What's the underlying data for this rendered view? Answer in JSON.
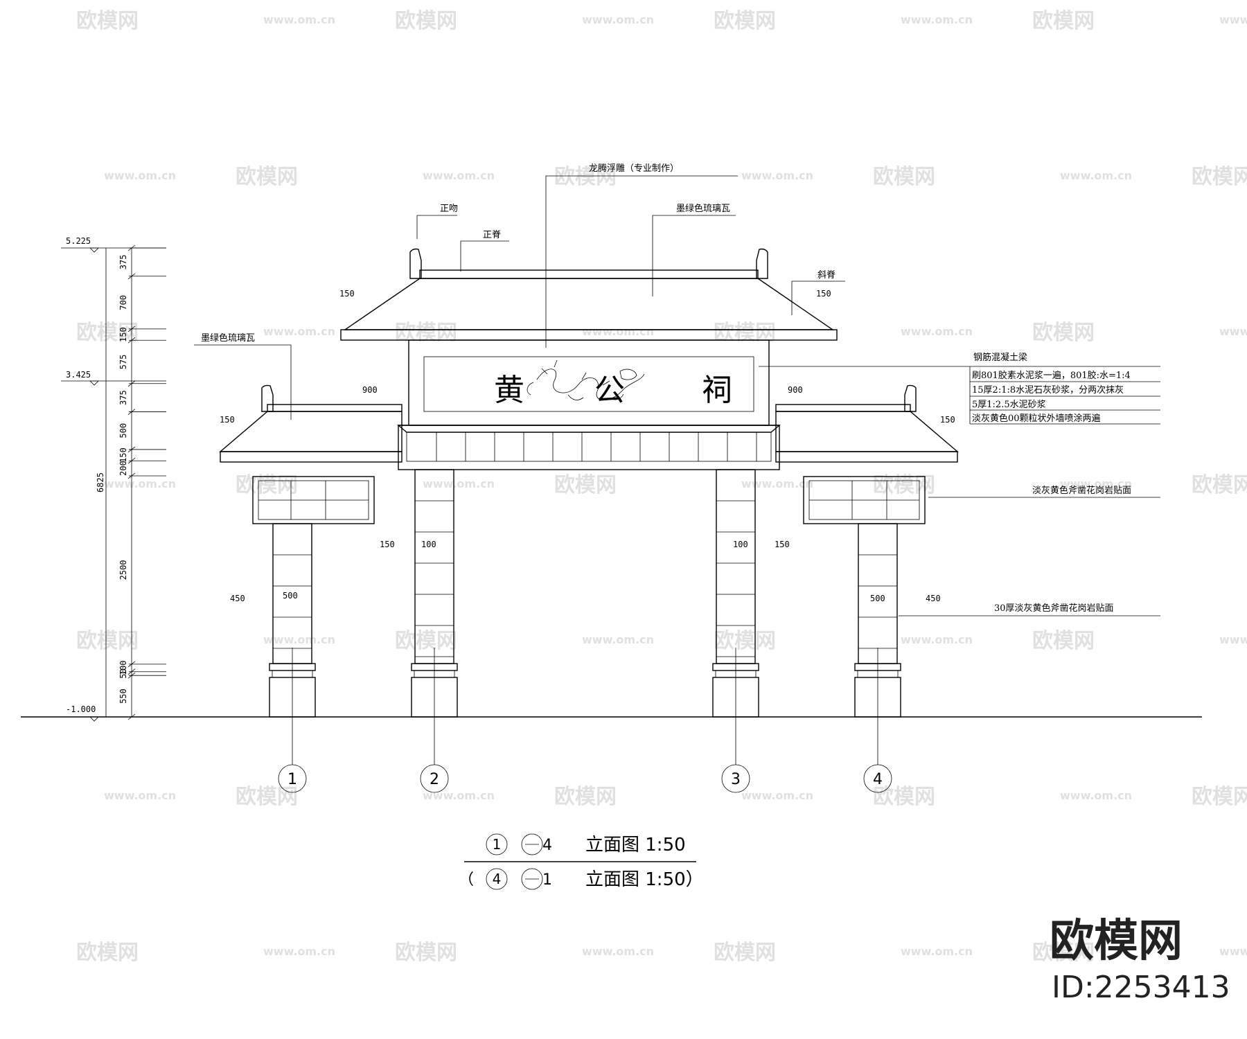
{
  "plaque": {
    "char1": "黄",
    "char2": "公",
    "char3": "祠"
  },
  "callouts": {
    "dragon_relief": "龙腾浮雕（专业制作）",
    "ridge_end": "正吻",
    "main_ridge": "正脊",
    "tile_top": "墨绿色琉璃瓦",
    "tile_side": "墨绿色琉璃瓦",
    "hip_ridge": "斜脊",
    "rc_beam": "钢筋混凝土梁",
    "layer1": "刷801胶素水泥浆一遍，801胶:水=1:4",
    "layer2": "15厚2:1:8水泥石灰砂浆，分两次抹灰",
    "layer3": "5厚1:2.5水泥砂浆",
    "layer4": "淡灰黄色00颗粒状外墙喷涂两遍",
    "granite_face": "淡灰黄色斧凿花岗岩贴面",
    "granite_30": "30厚淡灰黄色斧凿花岗岩贴面"
  },
  "levels": {
    "top": "5.225",
    "mid": "3.425",
    "bottom": "-1.000"
  },
  "left_dims": [
    "375",
    "700",
    "150",
    "575",
    "375",
    "500",
    "150",
    "200",
    "2500",
    "100",
    "50",
    "550"
  ],
  "total_dim": "6825",
  "axes": [
    "1",
    "2",
    "3",
    "4"
  ],
  "title": {
    "line1_a": "1",
    "line1_b": "4",
    "line1_text": "立面图   1:50",
    "line2_open": "（",
    "line2_a": "4",
    "line2_b": "1",
    "line2_text": "立面图   1:50）"
  },
  "watermark": {
    "text": "欧模网",
    "url": "www.om.cn",
    "brand": "欧模网",
    "id": "ID:2253413"
  }
}
